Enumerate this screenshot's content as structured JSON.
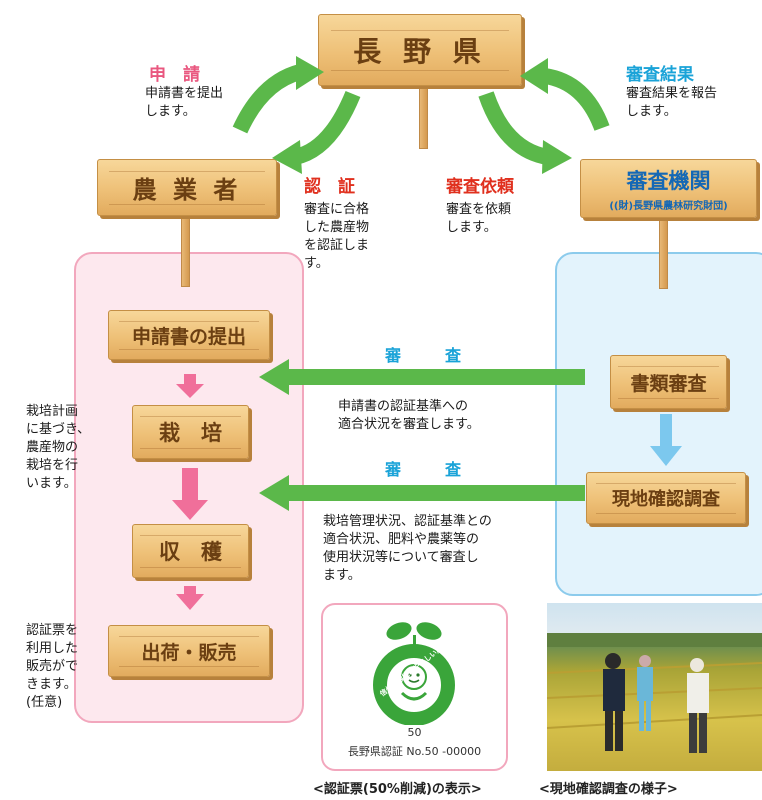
{
  "nodes": {
    "prefecture": "長 野 県",
    "farmer": "農 業 者",
    "inspector": "審査機関",
    "inspector_sub": "((財)長野県農林研究財団)"
  },
  "labels": {
    "application": {
      "title": "申　請",
      "body": "申請書を提出\nします。"
    },
    "certification": {
      "title": "認　証",
      "body": "審査に合格\nした農産物\nを認証しま\nす。"
    },
    "request": {
      "title": "審査依頼",
      "body": "審査を依頼\nします。"
    },
    "result": {
      "title": "審査結果",
      "body": "審査結果を報告\nします。"
    }
  },
  "farmer_steps": [
    "申請書の提出",
    "栽　培",
    "収　穫",
    "出荷・販売"
  ],
  "inspection_steps": [
    "書類審査",
    "現地確認調査"
  ],
  "reviews": [
    {
      "label": "審　査",
      "desc": "申請書の認証基準への\n適合状況を審査します。"
    },
    {
      "label": "審　査",
      "desc": "栽培管理状況、認証基準との\n適合状況、肥料や農薬等の\n使用状況等について審査し\nます。"
    }
  ],
  "side_notes": {
    "cultivation": "栽培計画\nに基づき、\n農産物の\n栽培を行\nいます。",
    "ticket": "認証票を\n利用した\n販売がで\nきます。\n(任意)"
  },
  "certificate": {
    "badge_text": "信州の環境にやさしい農産物",
    "percent": "50",
    "number": "長野県認証 No.50 -00000",
    "caption": "<認証票(50%削減)の表示>"
  },
  "photo_caption": "<現地確認調査の様子>",
  "colors": {
    "wood": "#eec077",
    "wood_text": "#6b3f12",
    "green_arrow": "#5bb84a",
    "pink_arrow": "#f06f9a",
    "blue_arrow": "#7cc8ee",
    "pink_panel": "#fde8ee",
    "blue_panel": "#e3f3fc"
  }
}
